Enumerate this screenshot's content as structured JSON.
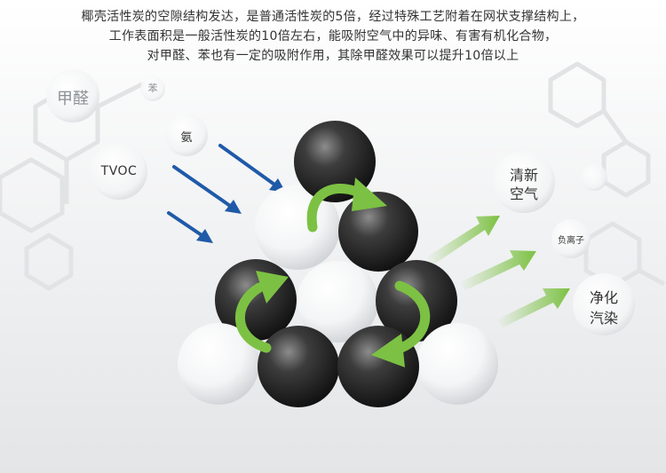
{
  "headline": {
    "line1": "椰壳活性炭的空隙结构发达，是普通活性炭的5倍，经过特殊工艺附着在网状支撑结构上，",
    "line2": "工作表面积是一般活性炭的10倍左右，能吸附空气中的异味、有害有机化合物，",
    "line3": "对甲醛、苯也有一定的吸附作用，其除甲醛效果可以提升10倍以上"
  },
  "pollutants": {
    "formaldehyde": "甲醛",
    "benzene": "苯",
    "ammonia": "氨",
    "tvoc": "TVOC"
  },
  "outputs": {
    "fresh_air_line1": "清新",
    "fresh_air_line2": "空气",
    "negative_ions": "负离子",
    "purify_line1": "净化",
    "purify_line2": "汽染"
  },
  "colors": {
    "incoming_arrow": "#1f5aa8",
    "green_arrow": "#7cc143",
    "dark_ball": "#2b2b2b",
    "light_ball": "#ffffff"
  }
}
